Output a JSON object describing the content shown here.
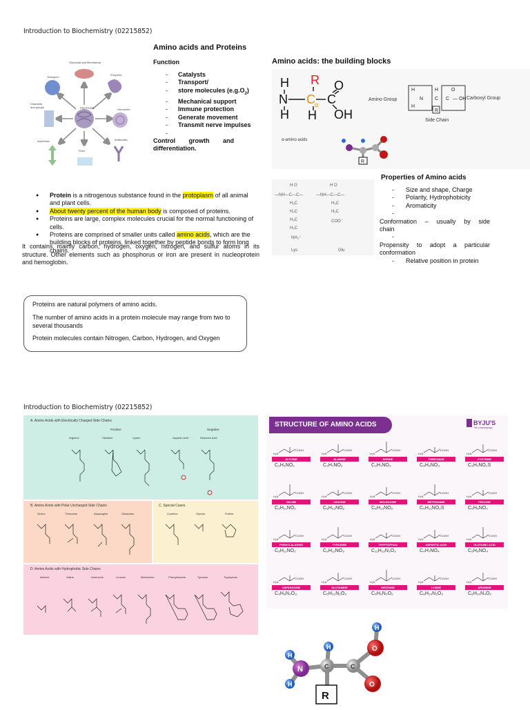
{
  "page1": {
    "header": "Introduction to Biochemistry (02215852)",
    "title": "Amino acids and Proteins",
    "function_title": "Function",
    "functions": [
      "Catalysts",
      "Transport/",
      "store molecules (e.g.O",
      "Mechanical support",
      "Immune protection",
      "Generate movement",
      "Transmit nerve impulses",
      "Control growth and",
      "differentiation."
    ],
    "o2_sub": "2",
    "o2_close": ")",
    "diagram_labels": {
      "top": "Structural and Mechanical",
      "transport": "Transport",
      "enzymes": "Enzymes",
      "channels": "Channels and pumps",
      "proteins": "PROTEINS",
      "hormones": "Hormones",
      "acid_base": "Acid-base balance",
      "fluid": "Fluid balance",
      "antibodies": "Antibodies"
    },
    "right_title": "Amino acids: the building blocks",
    "alpha_label": "α-amino acids",
    "amino_group": "Amino Group",
    "carboxyl_group": "Carboxyl Group",
    "side_chain": "Side Chain",
    "props_title": "Properties of Amino acids",
    "props": [
      "Size and shape, Charge",
      "Polarity, Hydrophobicity",
      "Aromaticity",
      "Conformation – usually by side",
      "chain",
      "Propensity to adopt a particular",
      "conformation",
      "Relative position in protein"
    ],
    "lys_label": "Lys",
    "glu_label": "Glu",
    "bullets": [
      {
        "pre": "",
        "bold": "Protein",
        "mid": " is a nitrogenous substance found in the ",
        "hl": "protoplasm",
        "post": " of all animal and plant cells."
      },
      {
        "pre": "",
        "bold": "",
        "mid": "",
        "hl": "About twenty percent of the human body",
        "post": " is composed of proteins."
      },
      {
        "pre": "Proteins are large, complex molecules crucial for the normal functioning of cells.",
        "bold": "",
        "mid": "",
        "hl": "",
        "post": ""
      },
      {
        "pre": "Proteins are comprised of smaller units called ",
        "bold": "",
        "mid": "",
        "hl": "amino acids",
        "post": ", which are the building blocks of proteins, linked together by peptide bonds to form long chains."
      }
    ],
    "paragraph": "It contains mainly carbon, hydrogen, oxygen, nitrogen, and sulfur atoms in its structure. Other elements such as phosphorus or iron are present in nucleoprotein and hemoglobin.",
    "box_lines": [
      "Proteins are natural polymers of amino acids.",
      "The number of amino acids in a protein molecule may range from two to several thousands",
      "Protein molecules contain Nitrogen, Carbon, Hydrogen, and Oxygen"
    ]
  },
  "page2": {
    "header": "Introduction to Biochemistry (02215852)",
    "panel_a": "A.  Amino Acids with Electrically Charged Side Chains",
    "positive": "Positive",
    "negative": "Negative",
    "panel_a_names": [
      "Arginine",
      "Histidine",
      "Lysine",
      "Aspartic Acid",
      "Glutamic Acid"
    ],
    "panel_b": "B.  Amino Acids with Polar Uncharged Side Chains",
    "panel_b_names": [
      "Serine",
      "Threonine",
      "Asparagine",
      "Glutamine"
    ],
    "panel_c": "C.  Special Cases",
    "panel_c_names": [
      "Cysteine",
      "Glycine",
      "Proline"
    ],
    "panel_d": "D.  Amino Acids with Hydrophobic Side Chains",
    "panel_d_names": [
      "Alanine",
      "Valine",
      "Isoleucine",
      "Leucine",
      "Methionine",
      "Phenylalanine",
      "Tyrosine",
      "Tryptophan"
    ],
    "byjus_title": "STRUCTURE OF AMINO ACIDS",
    "byjus_logo": "BYJU'S",
    "byjus_tagline": "The Learning App",
    "amino_grid": [
      {
        "name": "GLYCINE",
        "formula": "C₂H₅NO₂"
      },
      {
        "name": "ALANINE",
        "formula": "C₃H₇NO₂"
      },
      {
        "name": "SERINE",
        "formula": "C₃H₇NO₃"
      },
      {
        "name": "THREONINE",
        "formula": "C₄H₉NO₃"
      },
      {
        "name": "CYSTEINE",
        "formula": "C₃H₇NO₂S"
      },
      {
        "name": "VALINE",
        "formula": "C₅H₁₁NO₂"
      },
      {
        "name": "LEUCINE",
        "formula": "C₆H₁₃NO₂"
      },
      {
        "name": "ISOLEUCINE",
        "formula": "C₆H₁₃NO₂"
      },
      {
        "name": "METHIONINE",
        "formula": "C₅H₁₁NO₂S"
      },
      {
        "name": "PROLINE",
        "formula": "C₅H₉NO₂"
      },
      {
        "name": "PHENYLALANINE",
        "formula": "C₉H₁₁NO₂"
      },
      {
        "name": "TYROSINE",
        "formula": "C₉H₁₁NO₃"
      },
      {
        "name": "TRYPTOPHAN",
        "formula": "C₁₁H₁₂N₂O₂"
      },
      {
        "name": "ASPARTIC ACID",
        "formula": "C₄H₇NO₄"
      },
      {
        "name": "GLUTAMIC ACID",
        "formula": "C₅H₉NO₄"
      },
      {
        "name": "ASPARAGINE",
        "formula": "C₄H₈N₂O₃"
      },
      {
        "name": "GLUTAMINE",
        "formula": "C₅H₁₀N₂O₃"
      },
      {
        "name": "HISTIDINE",
        "formula": "C₆H₉N₃O₂"
      },
      {
        "name": "LYSINE",
        "formula": "C₆H₁₄N₂O₂"
      },
      {
        "name": "ARGININE",
        "formula": "C₆H₁₄N₄O₂"
      }
    ],
    "ball_labels": {
      "h": "H",
      "n": "N",
      "c": "C",
      "o": "O",
      "r": "R"
    }
  },
  "colors": {
    "highlight": "#fff200",
    "panel_a_bg": "#cdeee5",
    "panel_b_bg": "#fbd9c6",
    "panel_c_bg": "#fbf0cf",
    "panel_d_bg": "#fbd3e0",
    "byjus_purple": "#7b2f8f",
    "byjus_pink": "#e0147a",
    "alpha_orange": "#f08a1c",
    "r_red": "#e02020"
  }
}
